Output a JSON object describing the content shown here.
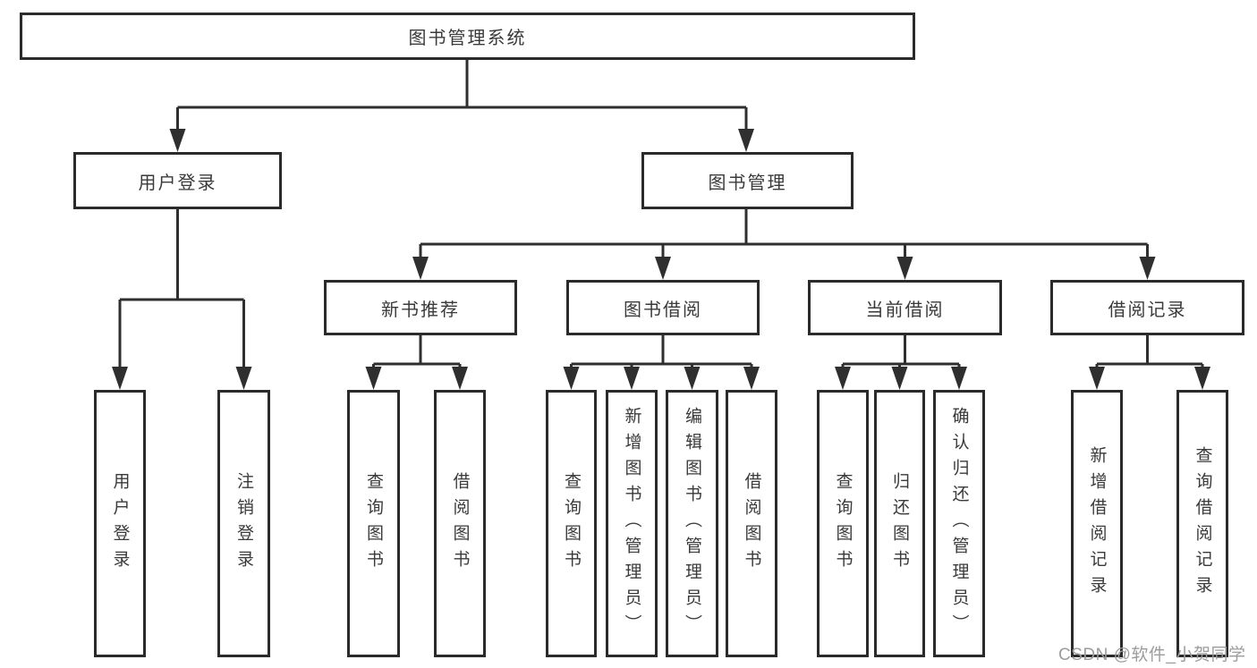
{
  "diagram": {
    "type": "hierarchy-tree",
    "tree": {
      "root": {
        "label": "图书管理系统",
        "children": [
          {
            "label": "用户登录",
            "children": [
              {
                "label": "用户登录"
              },
              {
                "label": "注销登录"
              }
            ]
          },
          {
            "label": "图书管理",
            "children": [
              {
                "label": "新书推荐",
                "children": [
                  {
                    "label": "查询图书"
                  },
                  {
                    "label": "借阅图书"
                  }
                ]
              },
              {
                "label": "图书借阅",
                "children": [
                  {
                    "label": "查询图书"
                  },
                  {
                    "label": "新增图书（管理员）"
                  },
                  {
                    "label": "编辑图书（管理员）"
                  },
                  {
                    "label": "借阅图书"
                  }
                ]
              },
              {
                "label": "当前借阅",
                "children": [
                  {
                    "label": "查询图书"
                  },
                  {
                    "label": "归还图书"
                  },
                  {
                    "label": "确认归还（管理员）"
                  }
                ]
              },
              {
                "label": "借阅记录",
                "children": [
                  {
                    "label": "新增借阅记录"
                  },
                  {
                    "label": "查询借阅记录"
                  }
                ]
              }
            ]
          }
        ]
      }
    },
    "colors": {
      "line": "#2f2f2f",
      "box_border": "#2b2b2b",
      "text": "#3a3a3a",
      "background": "#ffffff",
      "watermark": "#9c9c9c"
    }
  },
  "watermark": {
    "text": "CSDN @软件_小贺同学"
  }
}
